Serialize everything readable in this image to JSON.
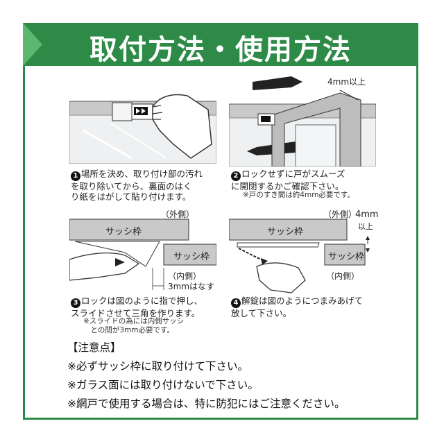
{
  "header": {
    "title": "取付方法・使用方法"
  },
  "steps": [
    {
      "num": "1",
      "text": "場所を決め、取り付け部の汚れ\nを取り除いてから、裏面のはく\nり紙をはがして貼り付けます。"
    },
    {
      "num": "2",
      "text": "ロックせずに戸がスムーズ\nに開閉するかご確認下さい。",
      "note": "※戸のすき間は約4mm必要です。",
      "dim_label": "4mm以上"
    },
    {
      "num": "3",
      "text": "ロックは図のように指で押し、\nスライドさせて三角を作ります。",
      "note": "※スライドの為には内側サッシ\n　との間が3mm必要です。"
    },
    {
      "num": "4",
      "text": "解錠は図のようにつまみあげて\n放して下さい。"
    }
  ],
  "diagram3": {
    "outer": "（外側）",
    "frame1": "サッシ枠",
    "frame2": "サッシ枠",
    "inner": "（内側）",
    "gap": "3mmはなす"
  },
  "diagram4": {
    "outer": "（外側）",
    "frame1": "サッシ枠",
    "frame2": "サッシ枠",
    "inner": "（内側）",
    "dim_top": "4mm",
    "dim_bottom": "以上"
  },
  "notes": {
    "heading": "【注意点】",
    "items": [
      "※必ずサッシ枠に取り付けて下さい。",
      "※ガラス面には取り付けないで下さい。",
      "※網戸で使用する場合は、特に防犯にはご注意ください。"
    ]
  },
  "colors": {
    "brand": "#2e8b47",
    "accent": "#5cb870"
  }
}
